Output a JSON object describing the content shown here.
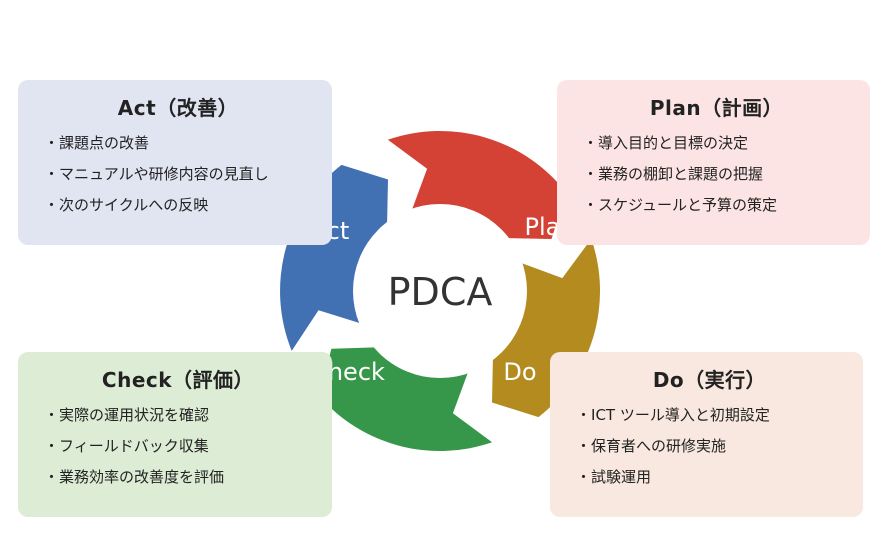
{
  "center": "PDCA",
  "colors": {
    "act": "#4170b3",
    "plan": "#d44135",
    "do": "#b48b1e",
    "check": "#36974a"
  },
  "segments": {
    "act": "Act",
    "plan": "Plan",
    "do": "Do",
    "check": "Check"
  },
  "act_box": {
    "title": "Act（改善）",
    "items": [
      "課題点の改善",
      "マニュアルや研修内容の見直し",
      "次のサイクルへの反映"
    ]
  },
  "plan_box": {
    "title": "Plan（計画）",
    "items": [
      "導入目的と目標の決定",
      "業務の棚卸と課題の把握",
      "スケジュールと予算の策定"
    ]
  },
  "check_box": {
    "title": "Check（評価）",
    "items": [
      "実際の運用状況を確認",
      "フィールドバック収集",
      "業務効率の改善度を評価"
    ]
  },
  "do_box": {
    "title": "Do（実行）",
    "items": [
      "ICT ツール導入と初期設定",
      "保育者への研修実施",
      "試験運用"
    ]
  }
}
